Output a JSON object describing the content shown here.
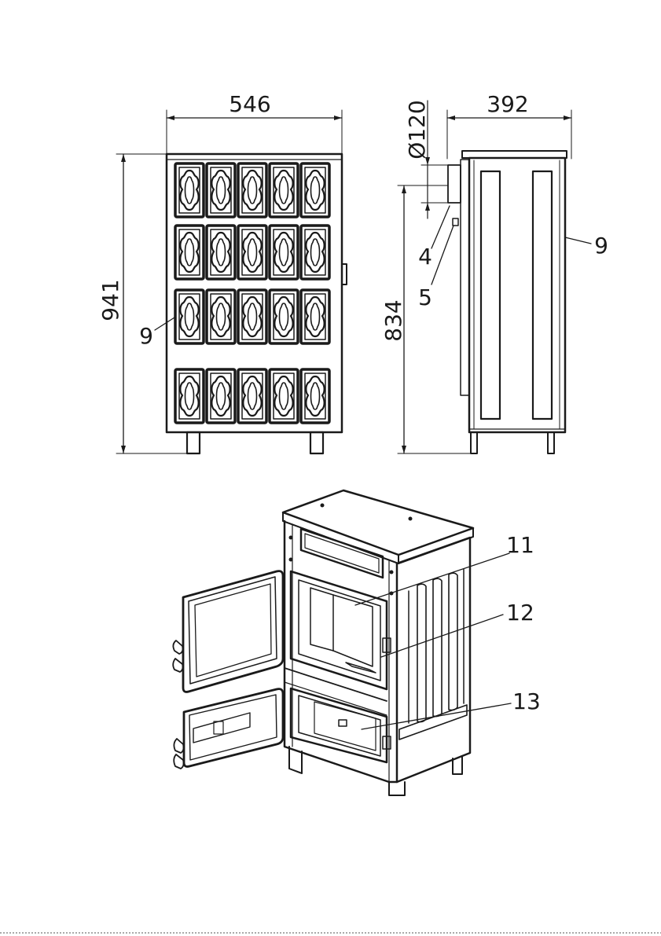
{
  "drawing": {
    "front_view": {
      "width_dim": "546",
      "height_dim": "941",
      "callout": "9"
    },
    "side_view": {
      "depth_dim": "392",
      "pipe_dim": "Ø120",
      "flue_height_dim": "834",
      "callouts": [
        "4",
        "5",
        "9"
      ]
    },
    "iso_view": {
      "callouts": [
        "11",
        "12",
        "13"
      ]
    }
  }
}
